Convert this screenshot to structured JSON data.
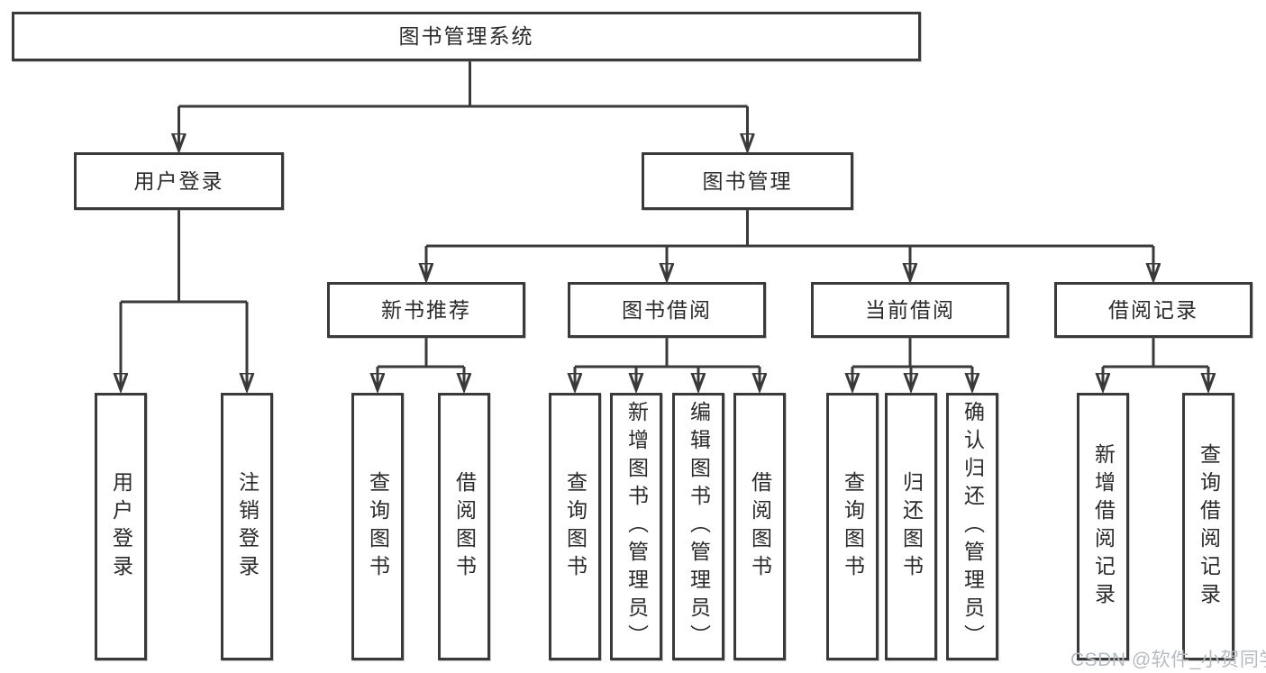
{
  "title": "图书管理系统",
  "colors": {
    "line": "#3a3a3a",
    "text": "#2a2a2a",
    "box_background": "#ffffff",
    "watermark": "#b6bac1"
  },
  "tree": {
    "root": {
      "label": "图书管理系统"
    },
    "branches": [
      {
        "label": "用户登录",
        "children": [
          {
            "label": "用户登录"
          },
          {
            "label": "注销登录"
          }
        ]
      },
      {
        "label": "图书管理",
        "children": [
          {
            "label": "新书推荐",
            "children": [
              {
                "label": "查询图书"
              },
              {
                "label": "借阅图书"
              }
            ]
          },
          {
            "label": "图书借阅",
            "children": [
              {
                "label": "查询图书"
              },
              {
                "label": "新增图书（管理员）"
              },
              {
                "label": "编辑图书（管理员）"
              },
              {
                "label": "借阅图书"
              }
            ]
          },
          {
            "label": "当前借阅",
            "children": [
              {
                "label": "查询图书"
              },
              {
                "label": "归还图书"
              },
              {
                "label": "确认归还（管理员）"
              }
            ]
          },
          {
            "label": "借阅记录",
            "children": [
              {
                "label": "新增借阅记录"
              },
              {
                "label": "查询借阅记录"
              }
            ]
          }
        ]
      }
    ]
  },
  "watermark": {
    "text": "CSDN @软件_小贺同学"
  }
}
